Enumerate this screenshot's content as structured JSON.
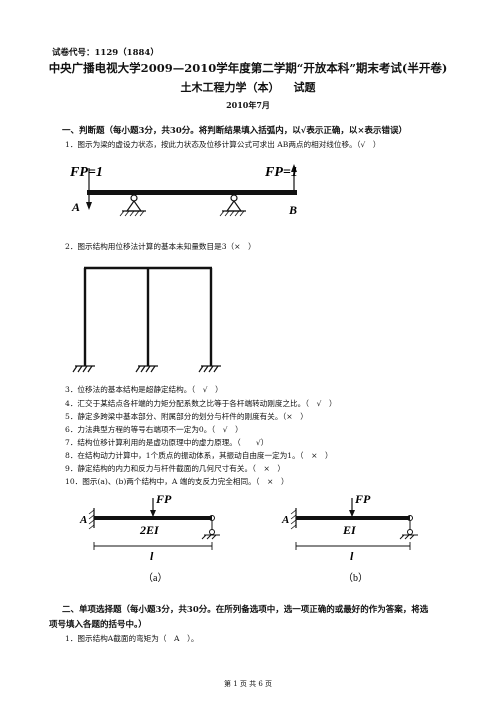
{
  "header": {
    "code": "试卷代号：1129（1884）",
    "title_line1": "中央广播电视大学2009—2010学年度第二学期“开放本科”期末考试(半开卷)",
    "title_line2_a": "土木工程力学（本）",
    "title_line2_b": "试题",
    "date": "2010年7月"
  },
  "section1": {
    "heading": "一、判断题（每小题3分，共30分。将判断结果填入括弧内，以√表示正确，以×表示错误）",
    "questions": [
      "1．图示为梁的虚设力状态，按此力状态及位移计算公式可求出 AB两点的相对线位移。（√　）",
      "2．图示结构用位移法计算的基本未知量数目是3（×　）",
      "3．位移法的基本结构是超静定结构。（　√　）",
      "4．汇交于某结点各杆端的力矩分配系数之比等于各杆端转动刚度之比。（　√　）",
      "5．静定多跨梁中基本部分、附属部分的划分与杆件的刚度有关。（×　）",
      "6．力法典型方程的等号右端项不一定为0。（　√　）",
      "7．结构位移计算利用的是虚功原理中的虚力原理。（　　√）",
      "8．在结构动力计算中，1个质点的振动体系，其振动自由度一定为1。（　×　）",
      "9．静定结构的内力和反力与杆件截面的几何尺寸有关。（　×　）",
      "10．图示(a)、(b)两个结构中，A 端的支反力完全相同。（　×　）"
    ]
  },
  "fig1": {
    "load_left": "FP=1",
    "load_right": "FP=1",
    "label_a": "A",
    "label_b": "B"
  },
  "fig10": {
    "a": {
      "load": "FP",
      "label_a": "A",
      "stiffness": "2EI",
      "length": "l",
      "caption": "（a）"
    },
    "b": {
      "load": "FP",
      "label_a": "A",
      "stiffness": "EI",
      "length": "l",
      "caption": "（b）"
    }
  },
  "section2": {
    "heading_line1": "二、单项选择题（每小题3分，共30分。在所列备选项中，选一项正确的或最好的作为答案，将选",
    "heading_line2": "项号填入各题的括号中。）",
    "question1": "1．图示结构A截面的弯矩为（　A　）。"
  },
  "footer": "第 1 页 共 6 页"
}
